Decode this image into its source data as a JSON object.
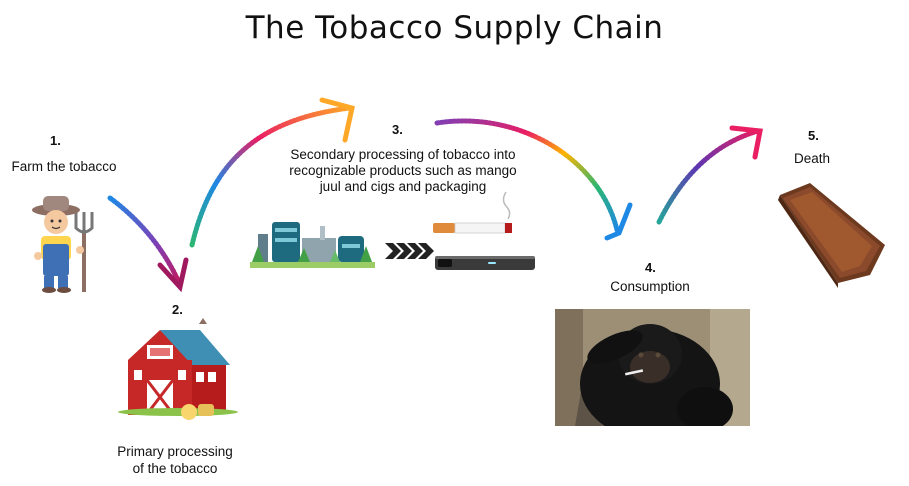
{
  "title": "The Tobacco Supply Chain",
  "steps": [
    {
      "number": "1.",
      "label": "Farm the tobacco"
    },
    {
      "number": "2.",
      "label_line1": "Primary processing",
      "label_line2": "of the tobacco"
    },
    {
      "number": "3.",
      "label_line1": "Secondary processing of tobacco into",
      "label_line2": "recognizable products such as mango",
      "label_line3": "juul and cigs and packaging"
    },
    {
      "number": "4.",
      "label": "Consumption"
    },
    {
      "number": "5.",
      "label": "Death"
    }
  ],
  "icons": {
    "farmer": "farmer-icon",
    "barn": "barn-icon",
    "factory": "factory-icon",
    "cigarette": "cigarette-icon",
    "juul": "juul-icon",
    "chimp": "chimpanzee-smoking-photo",
    "coffin": "coffin-icon"
  },
  "colors": {
    "arrow_gradient": [
      "#2bb673",
      "#1e88e5",
      "#7e3fb5",
      "#e91e63",
      "#ff9800"
    ],
    "barn_red": "#c62828",
    "barn_roof": "#3f8fb5",
    "coffin_brown": "#8b4a2b"
  }
}
